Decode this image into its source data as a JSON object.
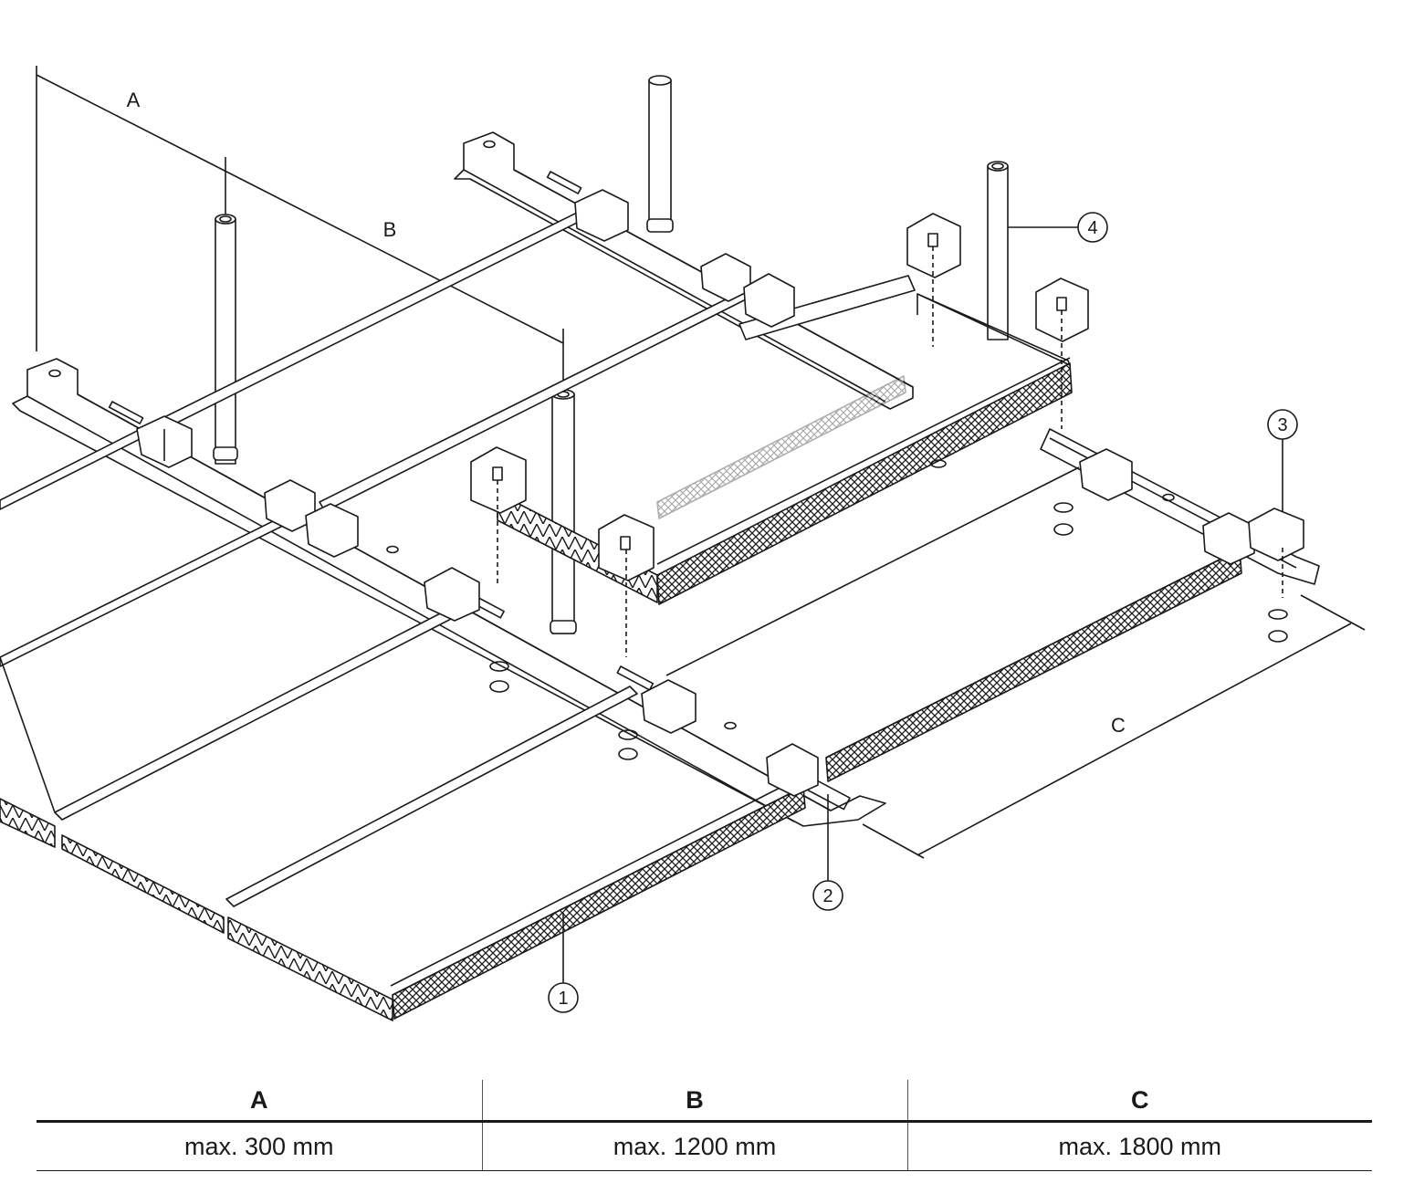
{
  "diagram": {
    "dimension_labels": {
      "a": "A",
      "b": "B",
      "c": "C"
    },
    "callouts": [
      {
        "id": "1",
        "label": "1"
      },
      {
        "id": "2",
        "label": "2"
      },
      {
        "id": "3",
        "label": "3"
      },
      {
        "id": "4",
        "label": "4"
      }
    ]
  },
  "spec_table": {
    "headers": [
      "A",
      "B",
      "C"
    ],
    "values": [
      "max. 300 mm",
      "max. 1200 mm",
      "max. 1800 mm"
    ]
  }
}
